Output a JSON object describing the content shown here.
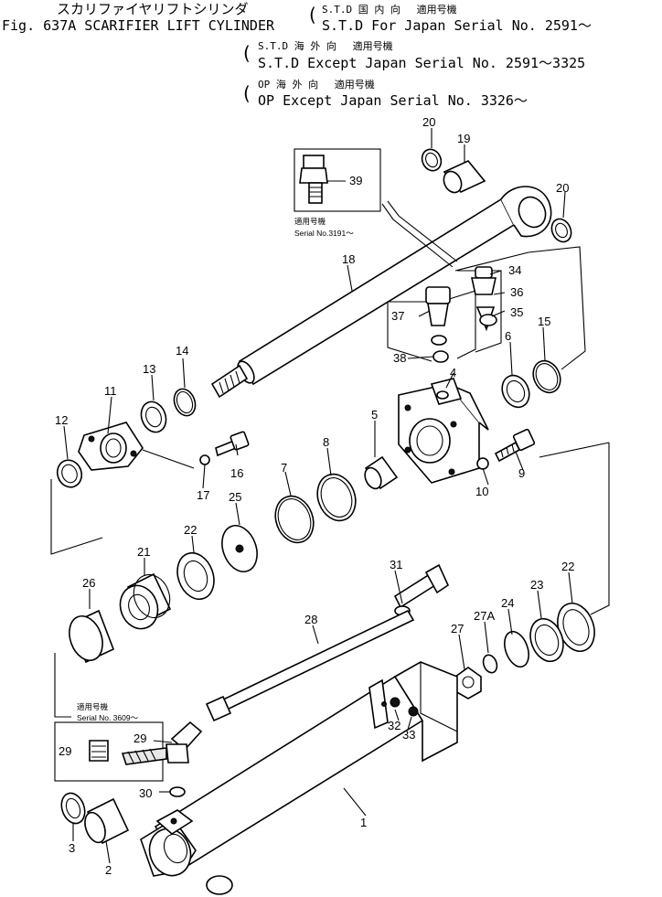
{
  "header": {
    "title_jp": "スカリファイヤリフトシリンダ",
    "title_en": "Fig. 637A SCARIFIER LIFT CYLINDER",
    "applicability": [
      {
        "jp": "S.T.D 国 内 向　 適用号機",
        "en": "S.T.D For Japan Serial No. 2591～"
      },
      {
        "jp": "S.T.D 海 外 向　 適用号機",
        "en": "S.T.D Except Japan Serial No. 2591～3325"
      },
      {
        "jp": "OP 海 外 向　 適用号機",
        "en": "OP Except Japan Serial No. 3326～"
      }
    ]
  },
  "insets": {
    "fitting_39": {
      "jp": "適用号機",
      "serial": "Serial No.3191～"
    },
    "fitting_29": {
      "jp": "適用号機",
      "serial": "Serial No. 3609～"
    }
  },
  "callouts": [
    "1",
    "2",
    "3",
    "4",
    "5",
    "6",
    "7",
    "8",
    "9",
    "10",
    "11",
    "12",
    "13",
    "14",
    "15",
    "16",
    "17",
    "18",
    "19",
    "20",
    "20",
    "21",
    "22",
    "22",
    "23",
    "24",
    "25",
    "26",
    "27",
    "27A",
    "28",
    "29",
    "29",
    "30",
    "31",
    "32",
    "33",
    "34",
    "35",
    "36",
    "37",
    "38",
    "39"
  ]
}
